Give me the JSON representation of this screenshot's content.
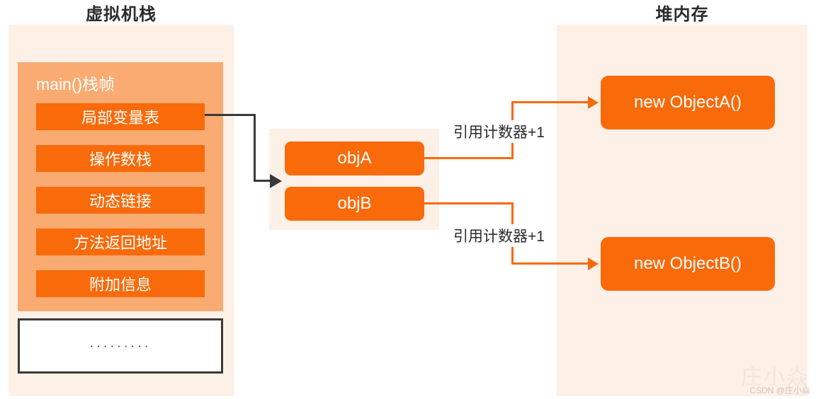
{
  "stack": {
    "title": "虚拟机栈",
    "frame_label": "main()栈帧",
    "slots": [
      {
        "label": "局部变量表"
      },
      {
        "label": "操作数栈"
      },
      {
        "label": "动态链接"
      },
      {
        "label": "方法返回地址"
      },
      {
        "label": "附加信息"
      }
    ],
    "ellipsis": "·········"
  },
  "references": {
    "objA": "objA",
    "objB": "objB"
  },
  "heap": {
    "title": "堆内存",
    "objects": [
      {
        "label": "new ObjectA()"
      },
      {
        "label": "new ObjectB()"
      }
    ]
  },
  "connectors": {
    "label_a": "引用计数器+1",
    "label_b": "引用计数器+1"
  },
  "watermark": {
    "small": "CSDN @庄小焱",
    "big": "庄小焱"
  },
  "colors": {
    "orange": "#f96a0a",
    "salmon": "#faab72",
    "panel_bg": "#fdf0e7",
    "dark": "#3a3a3a",
    "white": "#ffffff"
  }
}
